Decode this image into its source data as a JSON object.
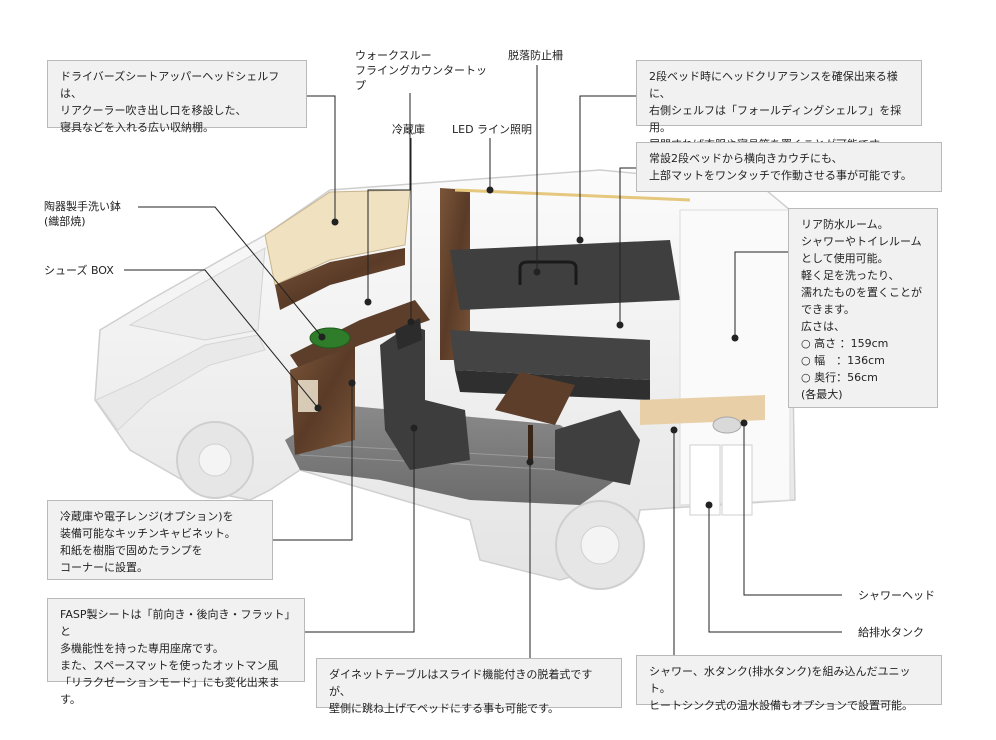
{
  "callouts": {
    "driver_shelf": "ドライバーズシートアッパーヘッドシェルフは、\nリアクーラー吹き出し口を移設した、\n寝具などを入れる広い収納棚。",
    "walkthrough_top": "ウォークスルー\nフライングカウンタートップ",
    "fall_guard": "脱落防止柵",
    "bed_shelf": "2段ベッド時にヘッドクリアランスを確保出来る様に、\n右側シェルフは「フォールディングシェルフ」を採用。\n展開すれば衣服や寝具等を置くことが可能です。",
    "fridge": "冷蔵庫",
    "led": "LED ライン照明",
    "couch_bed": "常設2段ベッドから横向きカウチにも、\n上部マットをワンタッチで作動させる事が可能です。",
    "sink": "陶器製手洗い鉢\n(織部焼)",
    "shoes_box": "シューズ BOX",
    "rear_room": "リア防水ルーム。\nシャワーやトイレルーム\nとして使用可能。\n軽く足を洗ったり、\n濡れたものを置くことが\nできます。\n広さは、\n○ 高さ ：159cm\n○ 幅　：136cm\n○ 奥行：56cm\n(各最大)",
    "kitchen_cabinet": "冷蔵庫や電子レンジ(オプション)を\n装備可能なキッチンキャビネット。\n和紙を樹脂で固めたランプを\nコーナーに設置。",
    "shower_head": "シャワーヘッド",
    "water_tank": "給排水タンク",
    "fasp_seat": "FASP製シートは「前向き・後向き・フラット」と\n多機能性を持った専用座席です。\nまた、スペースマットを使ったオットマン風\n「リラクゼーションモード」にも変化出来ます。",
    "dinette_table": "ダイネットテーブルはスライド機能付きの脱着式ですが、\n壁側に跳ね上げてベッドにする事も可能です。",
    "shower_unit": "シャワー、水タンク(排水タンク)を組み込んだユニット。\nヒートシンク式の温水設備もオプションで設置可能。"
  },
  "colors": {
    "wood": "#6b4a33",
    "wood_dark": "#4d3322",
    "fabric": "#3f3f3f",
    "body": "#f2f2f2",
    "sink": "#2f7d2a",
    "box_bg": "#f1f1f1",
    "line": "#222222"
  }
}
